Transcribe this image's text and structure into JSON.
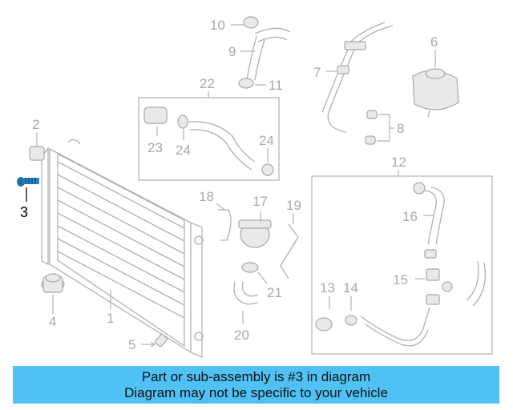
{
  "diagram": {
    "callouts": {
      "c1": "1",
      "c2": "2",
      "c3": "3",
      "c4": "4",
      "c5": "5",
      "c6": "6",
      "c7": "7",
      "c8": "8",
      "c9": "9",
      "c10": "10",
      "c11": "11",
      "c12": "12",
      "c13": "13",
      "c14": "14",
      "c15": "15",
      "c16": "16",
      "c17": "17",
      "c18": "18",
      "c19": "19",
      "c20": "20",
      "c21": "21",
      "c22": "22",
      "c23": "23",
      "c24a": "24",
      "c24b": "24"
    },
    "highlighted_part": "3",
    "highlight_color": "#1f6fa8",
    "line_color": "#b0b0b0"
  },
  "banner": {
    "line1": "Part or sub-assembly is #3 in diagram",
    "line2": "Diagram may not be specific to your vehicle",
    "background": "#4fc1f4"
  }
}
